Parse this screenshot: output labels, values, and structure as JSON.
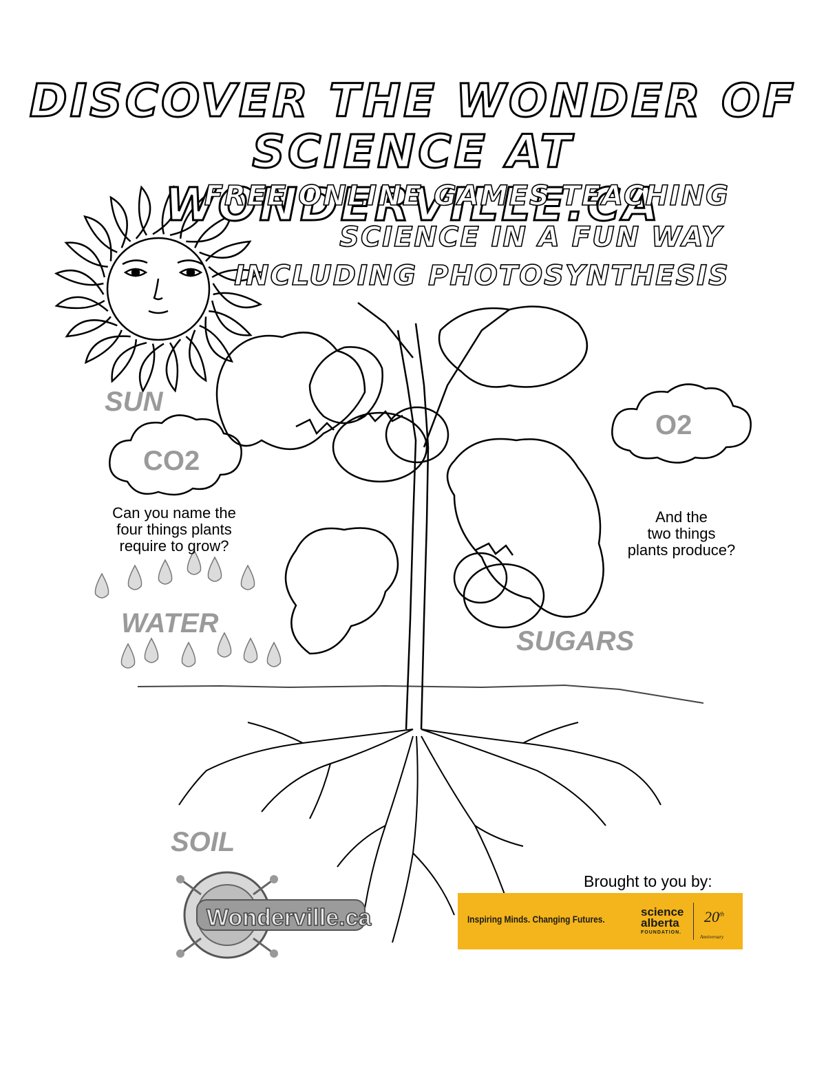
{
  "title": {
    "line1": "Discover the wonder of",
    "line2": "science at wonderville.ca"
  },
  "subtitle": {
    "line1": "Free online games teaching",
    "line2": "science in a fun way",
    "line3": "including photosynthesis"
  },
  "labels": {
    "sun": "SUN",
    "co2": "CO2",
    "o2": "O2",
    "water": "WATER",
    "sugars": "SUGARS",
    "soil": "SOIL"
  },
  "questions": {
    "left_line1": "Can you name the",
    "left_line2": "four things plants",
    "left_line3": "require to grow?",
    "right_line1": "And the",
    "right_line2": "two things",
    "right_line3": "plants produce?"
  },
  "footer": {
    "brought_by": "Brought to you by:",
    "wonderville_logo": "Wonderville.ca",
    "sponsor_tagline": "Inspiring Minds. Changing Futures.",
    "sponsor_name_line1": "science",
    "sponsor_name_line2": "alberta",
    "sponsor_name_line3": "FOUNDATION.",
    "anniversary_number": "20",
    "anniversary_suffix": "th",
    "anniversary_word": "Anniversary"
  },
  "colors": {
    "label_grey": "#9a9a9a",
    "sponsor_yellow": "#f3b51b"
  }
}
